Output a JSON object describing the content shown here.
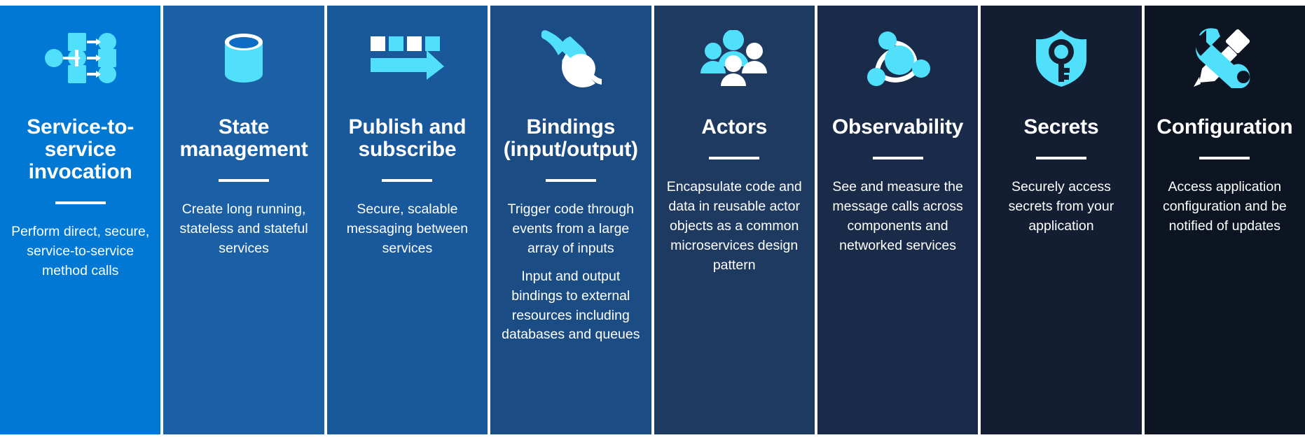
{
  "meta": {
    "accent_cyan": "#50E0FC",
    "white": "#FFFFFF",
    "background_start": "#0078D4",
    "background_end": "#0D1522"
  },
  "columns": [
    {
      "id": "service-to-service-invocation",
      "icon": "service-invocation-icon",
      "title": "Service-to-service invocation",
      "paragraphs": [
        "Perform direct, secure, service-to-service method calls"
      ],
      "bg": "#0078D4",
      "title_size": "30px"
    },
    {
      "id": "state-management",
      "icon": "database-cylinder-icon",
      "title": "State management",
      "paragraphs": [
        "Create long running, stateless and stateful services"
      ],
      "bg": "#1B60A5",
      "title_size": "30px"
    },
    {
      "id": "publish-and-subscribe",
      "icon": "publish-subscribe-arrow-icon",
      "title": "Publish and subscribe",
      "paragraphs": [
        "Secure, scalable messaging between services"
      ],
      "bg": "#1A589C",
      "title_size": "30px"
    },
    {
      "id": "bindings",
      "icon": "plug-socket-icon",
      "title": "Bindings (input/output)",
      "paragraphs": [
        "Trigger code through events from a large array of inputs",
        "Input and output bindings to external resources including databases and queues"
      ],
      "bg": "#1C4C84",
      "title_size": "30px"
    },
    {
      "id": "actors",
      "icon": "people-group-icon",
      "title": "Actors",
      "paragraphs": [
        "Encapsulate code and data in reusable actor objects as a common microservices design pattern"
      ],
      "bg": "#1F3A61",
      "title_size": "30px"
    },
    {
      "id": "observability",
      "icon": "network-nodes-icon",
      "title": "Observability",
      "paragraphs": [
        "See and measure the message calls across components and networked services"
      ],
      "bg": "#1A2B49",
      "title_size": "30px"
    },
    {
      "id": "secrets",
      "icon": "shield-key-icon",
      "title": "Secrets",
      "paragraphs": [
        "Securely access secrets from your application"
      ],
      "bg": "#141E33",
      "title_size": "30px"
    },
    {
      "id": "configuration",
      "icon": "wrench-screwdriver-icon",
      "title": "Configuration",
      "paragraphs": [
        "Access application configuration and be notified of updates"
      ],
      "bg": "#0D1522",
      "title_size": "30px"
    }
  ]
}
